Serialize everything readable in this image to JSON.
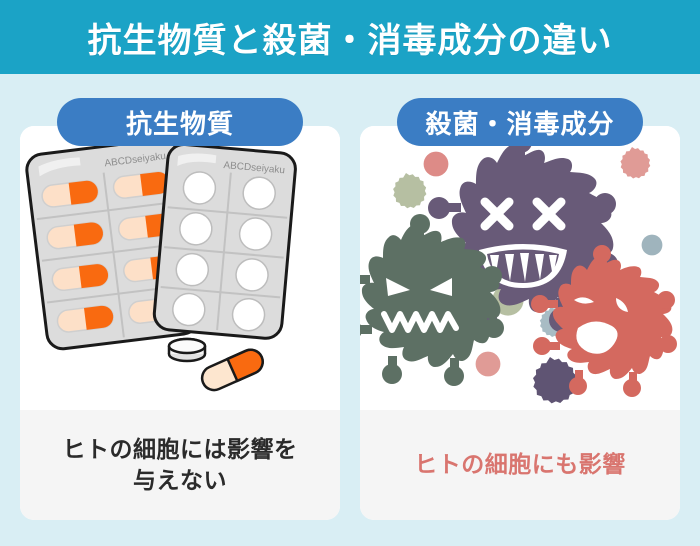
{
  "header": {
    "title": "抗生物質と殺菌・消毒成分の違い",
    "background_color": "#1ba3c6",
    "text_color": "#ffffff"
  },
  "page": {
    "background_color": "#d9eef4",
    "card_background": "#ffffff",
    "caption_background": "#f5f5f5"
  },
  "columns": [
    {
      "id": "antibiotics",
      "pill_label": "抗生物質",
      "pill_color": "#3b7dc4",
      "caption": "ヒトの細胞には影響を 与えない",
      "caption_line1": "ヒトの細胞には影響を",
      "caption_line2": "与えない",
      "caption_color": "#2b2b2b",
      "illustration": {
        "name": "pill-blister-packs",
        "brand_text": "ABCDseiyaku",
        "packs": [
          {
            "name": "capsule-pack",
            "contents": "orange-capsules",
            "rows": 4,
            "columns": 2,
            "capsule_color": "#f96a10",
            "capsule_light_color": "#fde0c8"
          },
          {
            "name": "tablet-pack",
            "contents": "white-tablets",
            "rows": 4,
            "columns": 2,
            "tablet_color": "#ffffff"
          }
        ],
        "loose_items": [
          {
            "name": "loose-tablet",
            "color": "#f4f4f4"
          },
          {
            "name": "loose-capsule",
            "color_dark": "#f96a10",
            "color_light": "#fde6cf"
          }
        ]
      }
    },
    {
      "id": "disinfectants",
      "pill_label": "殺菌・消毒成分",
      "pill_color": "#3b7dc4",
      "caption": "ヒトの細胞にも影響",
      "caption_line1": "ヒトの細胞にも影響",
      "caption_line2": "",
      "caption_color": "#d9756f",
      "illustration": {
        "name": "germ-characters",
        "big_germs": [
          {
            "name": "germ-purple",
            "color": "#685a78",
            "face": "dead-x-eyes-jagged-mouth"
          },
          {
            "name": "germ-green",
            "color": "#5d7064",
            "face": "angry-eyes-zigzag-mouth"
          },
          {
            "name": "germ-red",
            "color": "#d4695f",
            "face": "sad-eyes-open-mouth"
          }
        ],
        "small_germs": [
          {
            "name": "germ-dot-pink",
            "color": "#dd8b87"
          },
          {
            "name": "germ-dot-sage",
            "color": "#b6bfa2"
          },
          {
            "name": "germ-dot-pink-2",
            "color": "#e09b96"
          },
          {
            "name": "germ-dot-bluegray",
            "color": "#9fb4bd"
          },
          {
            "name": "germ-dot-sage-2",
            "color": "#b6bfa2"
          },
          {
            "name": "germ-dot-bluegray-2",
            "color": "#a8bcc4"
          },
          {
            "name": "germ-dot-pink-3",
            "color": "#e09b96"
          },
          {
            "name": "germ-dot-purple",
            "color": "#5f5473"
          }
        ]
      }
    }
  ]
}
